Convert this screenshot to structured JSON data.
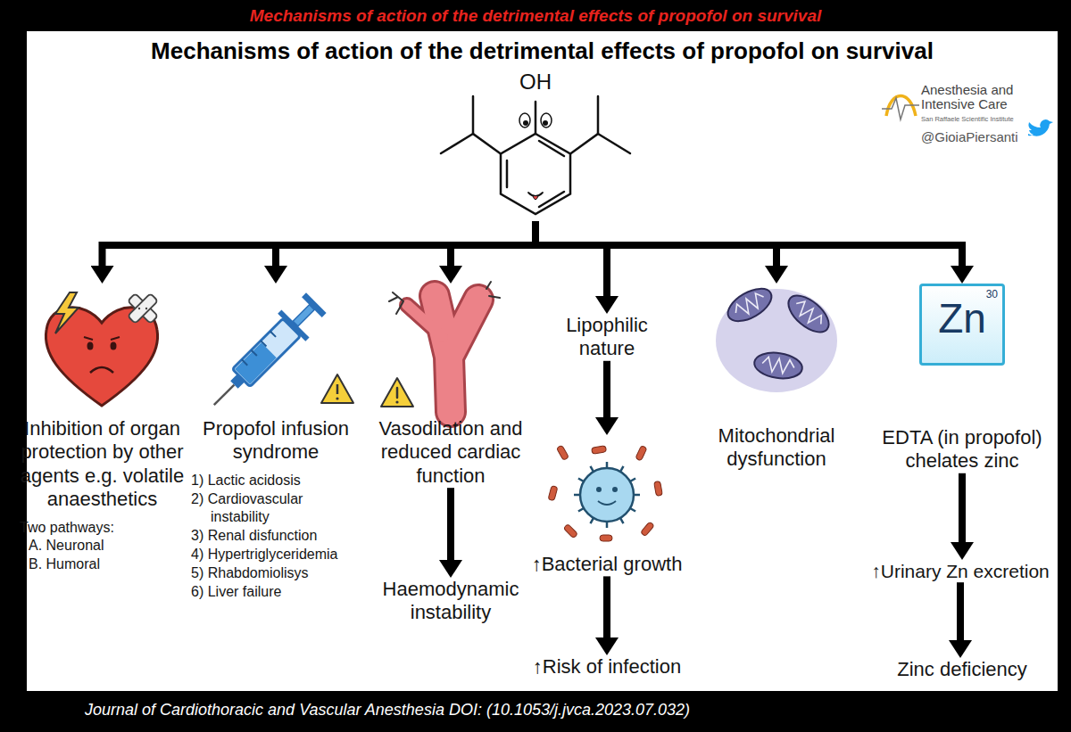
{
  "diagram": {
    "title": "Mechanisms of action of the detrimental effects of propofol on survival",
    "caption": "Journal of Cardiothoracic and Vascular Anesthesia DOI: (10.1053/j.jvca.2023.07.032)",
    "nodes": [
      {
        "text": [
          "OH"
        ]
      },
      {
        "text": [
          "Inhibition of organ protection by other agents e.g. volatile anaesthetics",
          "Two pathways:",
          "A. Neuronal",
          "B. Humoral"
        ]
      },
      {
        "text": [
          "Propofol infusion syndrome",
          "1) Lactic acidosis",
          "2) Cardiovascular instability",
          "3) Renal disfunction",
          "4) Hypertriglyceridemia",
          "5) Rhabdomiolisys",
          "6) Liver failure"
        ]
      },
      {
        "text": [
          "Vasodilation and reduced cardiac function"
        ]
      },
      {
        "text": [
          "Haemodynamic instability"
        ]
      },
      {
        "text": [
          "Lipophilic nature"
        ]
      },
      {
        "text": [
          "↑Bacterial growth"
        ]
      },
      {
        "text": [
          "↑Risk of infection"
        ]
      },
      {
        "text": [
          "Mitochondrial dysfunction"
        ]
      },
      {
        "text": [
          "Zn",
          "30"
        ]
      },
      {
        "text": [
          "EDTA (in propofol) chelates zinc"
        ]
      },
      {
        "text": [
          "↑Urinary Zn excretion"
        ]
      },
      {
        "text": [
          "Zinc deficiency"
        ]
      }
    ],
    "edges": [
      {
        "from": 0,
        "to": 1,
        "arrow": "to"
      },
      {
        "from": 0,
        "to": 2,
        "arrow": "to"
      },
      {
        "from": 0,
        "to": 3,
        "arrow": "to"
      },
      {
        "from": 0,
        "to": 5,
        "arrow": "to"
      },
      {
        "from": 0,
        "to": 8,
        "arrow": "to"
      },
      {
        "from": 0,
        "to": 9,
        "arrow": "to"
      },
      {
        "from": 3,
        "to": 4,
        "arrow": "to"
      },
      {
        "from": 5,
        "to": 6,
        "arrow": "to"
      },
      {
        "from": 6,
        "to": 7,
        "arrow": "to"
      },
      {
        "from": 10,
        "to": 11,
        "arrow": "to"
      },
      {
        "from": 11,
        "to": 12,
        "arrow": "to"
      }
    ],
    "labels": [
      "Mechanisms of action of the detrimental effects of propofol on survival",
      "Anesthesia and Intensive Care",
      "San Raffaele Scientific Institute",
      "@GioiaPiersanti"
    ]
  }
}
